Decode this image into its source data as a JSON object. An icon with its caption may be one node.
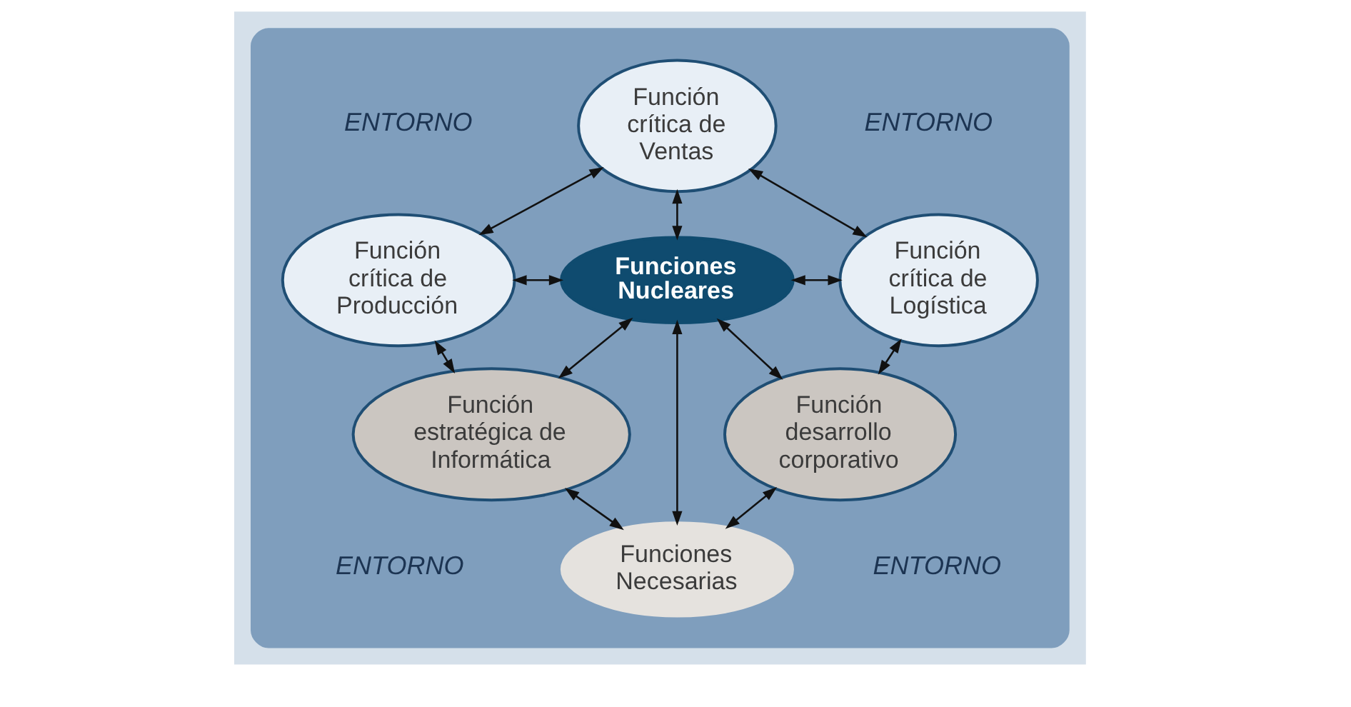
{
  "diagram": {
    "nodes": [
      {
        "text": [
          "ENTORNO",
          "ENTORNO",
          "ENTORNO",
          "ENTORNO"
        ]
      },
      {
        "text": [
          "Función crítica de Ventas"
        ],
        "in": 0
      },
      {
        "text": [
          "Función crítica de Producción"
        ],
        "in": 0
      },
      {
        "text": [
          "Función crítica de Logística"
        ],
        "in": 0
      },
      {
        "text": [
          "Funciones Nucleares"
        ],
        "in": 0
      },
      {
        "text": [
          "Función estratégica de Informática"
        ],
        "in": 0
      },
      {
        "text": [
          "Función desarrollo corporativo"
        ],
        "in": 0
      },
      {
        "text": [
          "Funciones Necesarias"
        ],
        "in": 0
      }
    ],
    "edges": [
      {
        "from": 1,
        "to": 2,
        "arrow": "both"
      },
      {
        "from": 1,
        "to": 3,
        "arrow": "both"
      },
      {
        "from": 1,
        "to": 4,
        "arrow": "both"
      },
      {
        "from": 2,
        "to": 4,
        "arrow": "both"
      },
      {
        "from": 3,
        "to": 4,
        "arrow": "both"
      },
      {
        "from": 2,
        "to": 5,
        "arrow": "both"
      },
      {
        "from": 3,
        "to": 6,
        "arrow": "both"
      },
      {
        "from": 4,
        "to": 5,
        "arrow": "both"
      },
      {
        "from": 4,
        "to": 6,
        "arrow": "both"
      },
      {
        "from": 4,
        "to": 7,
        "arrow": "both"
      },
      {
        "from": 5,
        "to": 7,
        "arrow": "both"
      },
      {
        "from": 6,
        "to": 7,
        "arrow": "both"
      }
    ]
  }
}
